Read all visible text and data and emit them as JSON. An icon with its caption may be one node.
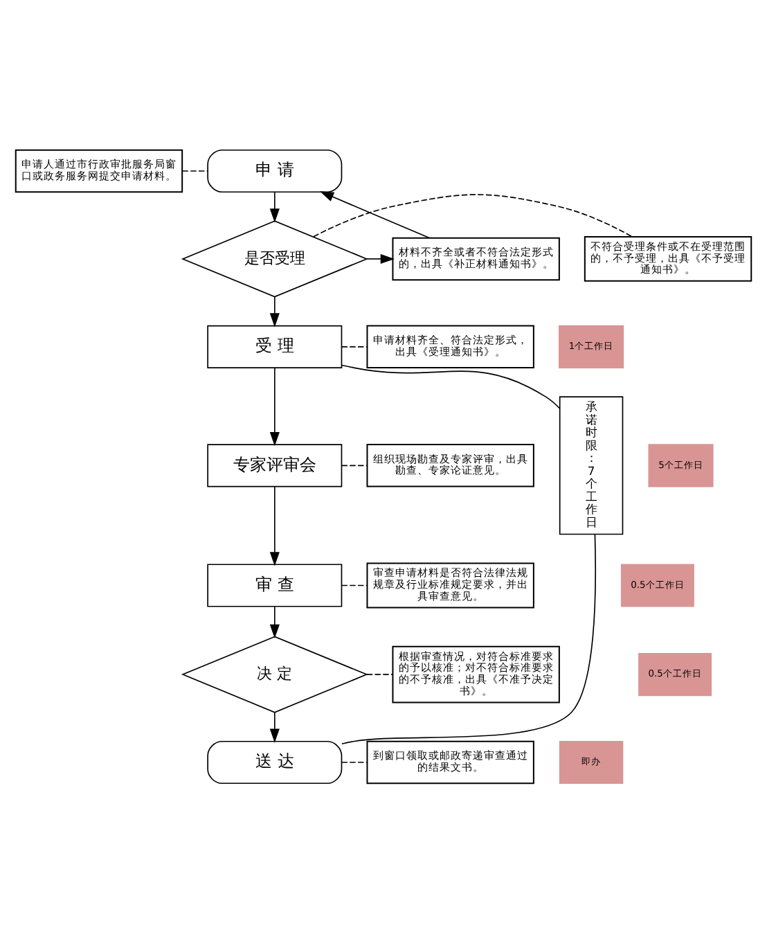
{
  "diagram": {
    "nodes": [
      {
        "text": [
          "申请人通过市行政审批服务局窗口或政务服务网提交申请材料。"
        ]
      },
      {
        "text": [
          "申 请"
        ]
      },
      {
        "text": [
          "不符合受理条件或不在受理范围的，不予受理，出具《不予受理通知书》。"
        ]
      },
      {
        "text": [
          "是否受理"
        ]
      },
      {
        "text": [
          "材料不齐全或者不符合法定形式的，出具《补正材料通知书》。"
        ]
      },
      {
        "text": [
          "受 理"
        ]
      },
      {
        "text": [
          "1个工作日"
        ]
      },
      {
        "text": [
          "申请材料齐全、符合法定形式，出具《受理通知书》。"
        ]
      },
      {
        "text": [
          "专家评审会"
        ]
      },
      {
        "text": [
          "5个工作日"
        ]
      },
      {
        "text": [
          "组织现场勘查及专家评审，出具勘查、专家论证意见。"
        ]
      },
      {
        "text": [
          "审 查"
        ]
      },
      {
        "text": [
          "0.5个工作日"
        ]
      },
      {
        "text": [
          "审查申请材料是否符合法律法规规章及行业标准规定要求，并出具审查意见。"
        ]
      },
      {
        "text": [
          "决 定"
        ]
      },
      {
        "text": [
          "0.5个工作日"
        ]
      },
      {
        "text": [
          "根据审查情况，对符合标准要求的予以核准；对不符合标准要求的不予核准，出具《不准予决定书》。"
        ]
      },
      {
        "text": [
          "送 达"
        ]
      },
      {
        "text": [
          "即办"
        ]
      },
      {
        "text": [
          "到窗口领取或邮政寄递审查通过的结果文书。"
        ]
      },
      {
        "text": [
          "承诺时限：7个工作日"
        ]
      }
    ],
    "edges": [
      {
        "from": 0,
        "to": 1,
        "arrow": "none",
        "style": "dashed"
      },
      {
        "from": 1,
        "to": 3,
        "arrow": "to"
      },
      {
        "from": 3,
        "to": 2,
        "arrow": "none",
        "style": "dashed"
      },
      {
        "from": 3,
        "to": 4,
        "arrow": "to"
      },
      {
        "from": 4,
        "to": 1,
        "arrow": "to"
      },
      {
        "from": 3,
        "to": 5,
        "arrow": "to"
      },
      {
        "from": 5,
        "to": 7,
        "arrow": "none",
        "style": "dashed"
      },
      {
        "from": 5,
        "to": 8,
        "arrow": "to"
      },
      {
        "from": 8,
        "to": 10,
        "arrow": "none",
        "style": "dashed"
      },
      {
        "from": 8,
        "to": 11,
        "arrow": "to"
      },
      {
        "from": 11,
        "to": 13,
        "arrow": "none",
        "style": "dashed"
      },
      {
        "from": 11,
        "to": 14,
        "arrow": "to"
      },
      {
        "from": 14,
        "to": 16,
        "arrow": "none",
        "style": "dashed"
      },
      {
        "from": 14,
        "to": 17,
        "arrow": "to"
      },
      {
        "from": 17,
        "to": 19,
        "arrow": "none",
        "style": "dashed"
      },
      {
        "from": 20,
        "to": 5,
        "arrow": "none"
      },
      {
        "from": 20,
        "to": 17,
        "arrow": "none"
      }
    ]
  }
}
